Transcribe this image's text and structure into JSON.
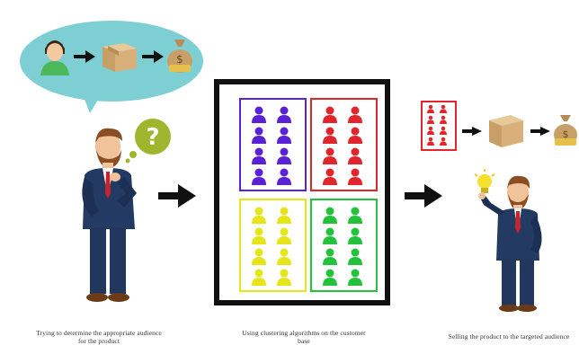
{
  "captions": {
    "left": "Trying to determine the appropriate audience for the product",
    "middle": "Using clustering algorithms on the customer base",
    "right": "Selling the product to the targeted audience"
  },
  "thought_icon": "?",
  "clusters": [
    {
      "color": "#5b21d6",
      "rows": 4,
      "cols": 2
    },
    {
      "color": "#e0262c",
      "rows": 4,
      "cols": 2
    },
    {
      "color": "#e6e51a",
      "rows": 4,
      "cols": 2
    },
    {
      "color": "#22c33a",
      "rows": 4,
      "cols": 2
    }
  ],
  "icons": {
    "arrow": "arrow-icon",
    "box": "box-icon",
    "money": "money-bag-icon",
    "person": "person-icon",
    "lightbulb": "lightbulb-icon"
  }
}
